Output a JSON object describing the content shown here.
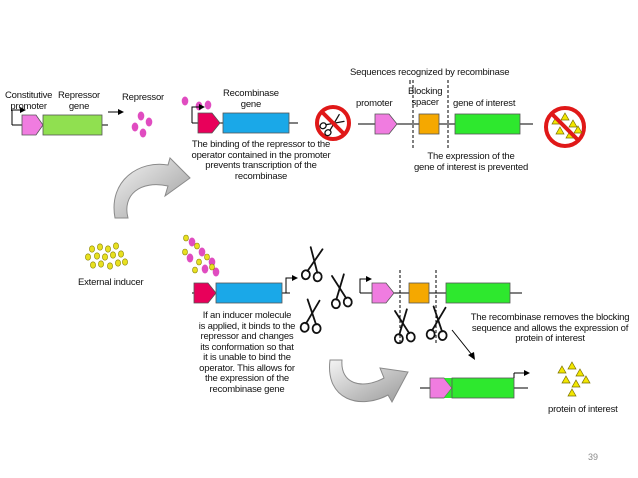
{
  "labels": {
    "constitutive_promoter": "Constitutive\npromoter",
    "repressor_gene": "Repressor\ngene",
    "repressor": "Repressor",
    "recombinase_gene": "Recombinase\ngene",
    "sequences_recognized": "Sequences recognized by recombinase",
    "promoter": "promoter",
    "blocking_spacer": "Blocking\nspacer",
    "gene_of_interest": "gene of interest",
    "binding_text": "The binding of the repressor to the\noperator contained in the promoter\nprevents transcription of the\nrecombinase",
    "expression_prevented": "The expression of the\ngene of interest is prevented",
    "external_inducer": "External inducer",
    "inducer_text": "If an inducer molecule\nis applied, it binds to the\nrepressor and changes\nits conformation so that\nit is unable to bind the\noperator. This allows for\nthe expression of the\nrecombinase gene",
    "recombinase_removes": "The recombinase removes the blocking\nsequence and allows the expression of\nprotein of interest",
    "protein_of_interest": "protein of interest"
  },
  "page_number": "39",
  "colors": {
    "promoter_pink": "#f07ce0",
    "repressor_green": "#90e050",
    "recombinase_blue": "#1aa8e8",
    "crimson": "#e8005a",
    "spacer_orange": "#f5a800",
    "gene_green": "#2ee82e",
    "dot_magenta": "#e04cc0",
    "inducer_yellow": "#e8e020",
    "prohibit_red": "#e01818"
  },
  "icons": [
    "scissors-icon",
    "prohibited-scissors-icon",
    "prohibited-protein-icon",
    "curved-arrow-icon"
  ]
}
